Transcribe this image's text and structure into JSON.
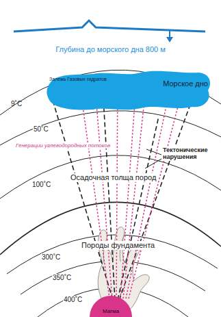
{
  "diagram": {
    "nodes": [
      {
        "text": [
          "Залежь Газовых гидратов",
          "Морское дно"
        ]
      },
      {
        "text": [
          "Магма"
        ]
      }
    ],
    "labels": [
      "Глубина до морского дна 800 м",
      "9˚С",
      "50˚С",
      "Генерации углеводородных потоков",
      "Тектонические нарушения",
      "100˚С",
      "Осадочная толща пород",
      "300˚С",
      "Породы фундамента",
      "350˚С",
      "400˚С"
    ]
  }
}
